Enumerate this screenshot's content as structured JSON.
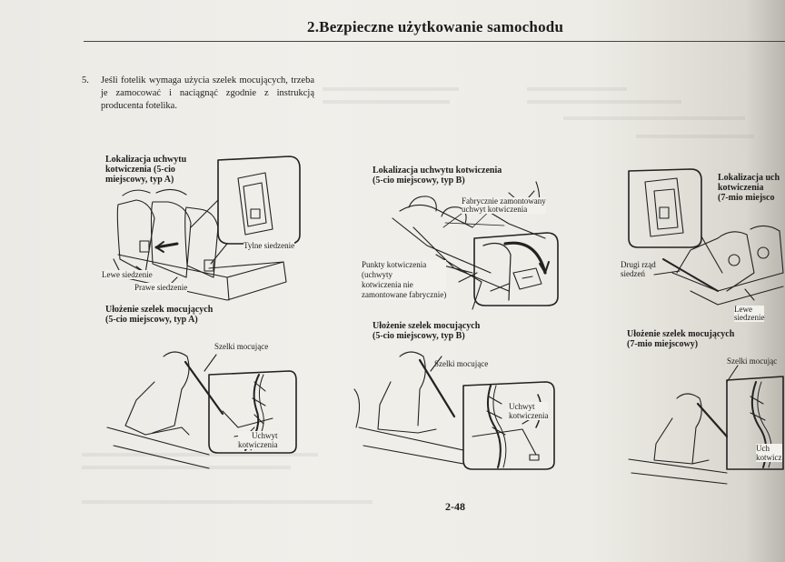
{
  "header": {
    "title": "2.Bezpieczne użytkowanie samochodu"
  },
  "paragraph": {
    "number": "5.",
    "text": "Jeśli fotelik wymaga użycia szelek mocujących, trzeba je zamocować i naciągnąć zgodnie z instrukcją producenta fotelika."
  },
  "figures": {
    "a_top": {
      "title_line1": "Lokalizacja uchwytu",
      "title_line2": "kotwiczenia (5-cio",
      "title_line3": "miejscowy, typ A)",
      "label_rear": "Tylne siedzenie",
      "label_left": "Lewe siedzenie",
      "label_right": "Prawe siedzenie"
    },
    "a_bottom": {
      "title_line1": "Ułożenie szelek mocujących",
      "title_line2": "(5-cio miejscowy, typ A)",
      "label_strap": "Szelki mocujące",
      "label_anchor_line1": "Uchwyt",
      "label_anchor_line2": "kotwiczenia"
    },
    "b_top": {
      "title_line1": "Lokalizacja uchwytu kotwiczenia",
      "title_line2": "(5-cio miejscowy, typ B)",
      "label_factory_line1": "Fabrycznie zamontowany",
      "label_factory_line2": "uchwyt kotwiczenia",
      "label_points_line1": "Punkty kotwiczenia",
      "label_points_line2": "(uchwyty",
      "label_points_line3": "kotwiczenia nie",
      "label_points_line4": "zamontowane fabrycznie)"
    },
    "b_bottom": {
      "title_line1": "Ułożenie szelek mocujących",
      "title_line2": "(5-cio miejscowy, typ B)",
      "label_strap": "Szelki mocujące",
      "label_anchor_line1": "Uchwyt",
      "label_anchor_line2": "kotwiczenia"
    },
    "c_top": {
      "title_line1": "Lokalizacja uch",
      "title_line2": "kotwiczenia",
      "title_line3": "(7-mio miejsco",
      "label_row2_line1": "Drugi rząd",
      "label_row2_line2": "siedzeń",
      "label_left_line1": "Lewe",
      "label_left_line2": "siedzenie"
    },
    "c_bottom": {
      "title_line1": "Ułożenie szelek mocujących",
      "title_line2": "(7-mio miejscowy)",
      "label_strap": "Szelki mocując",
      "label_anchor_line1": "Uch",
      "label_anchor_line2": "kotwicz"
    }
  },
  "page_number": "2-48"
}
